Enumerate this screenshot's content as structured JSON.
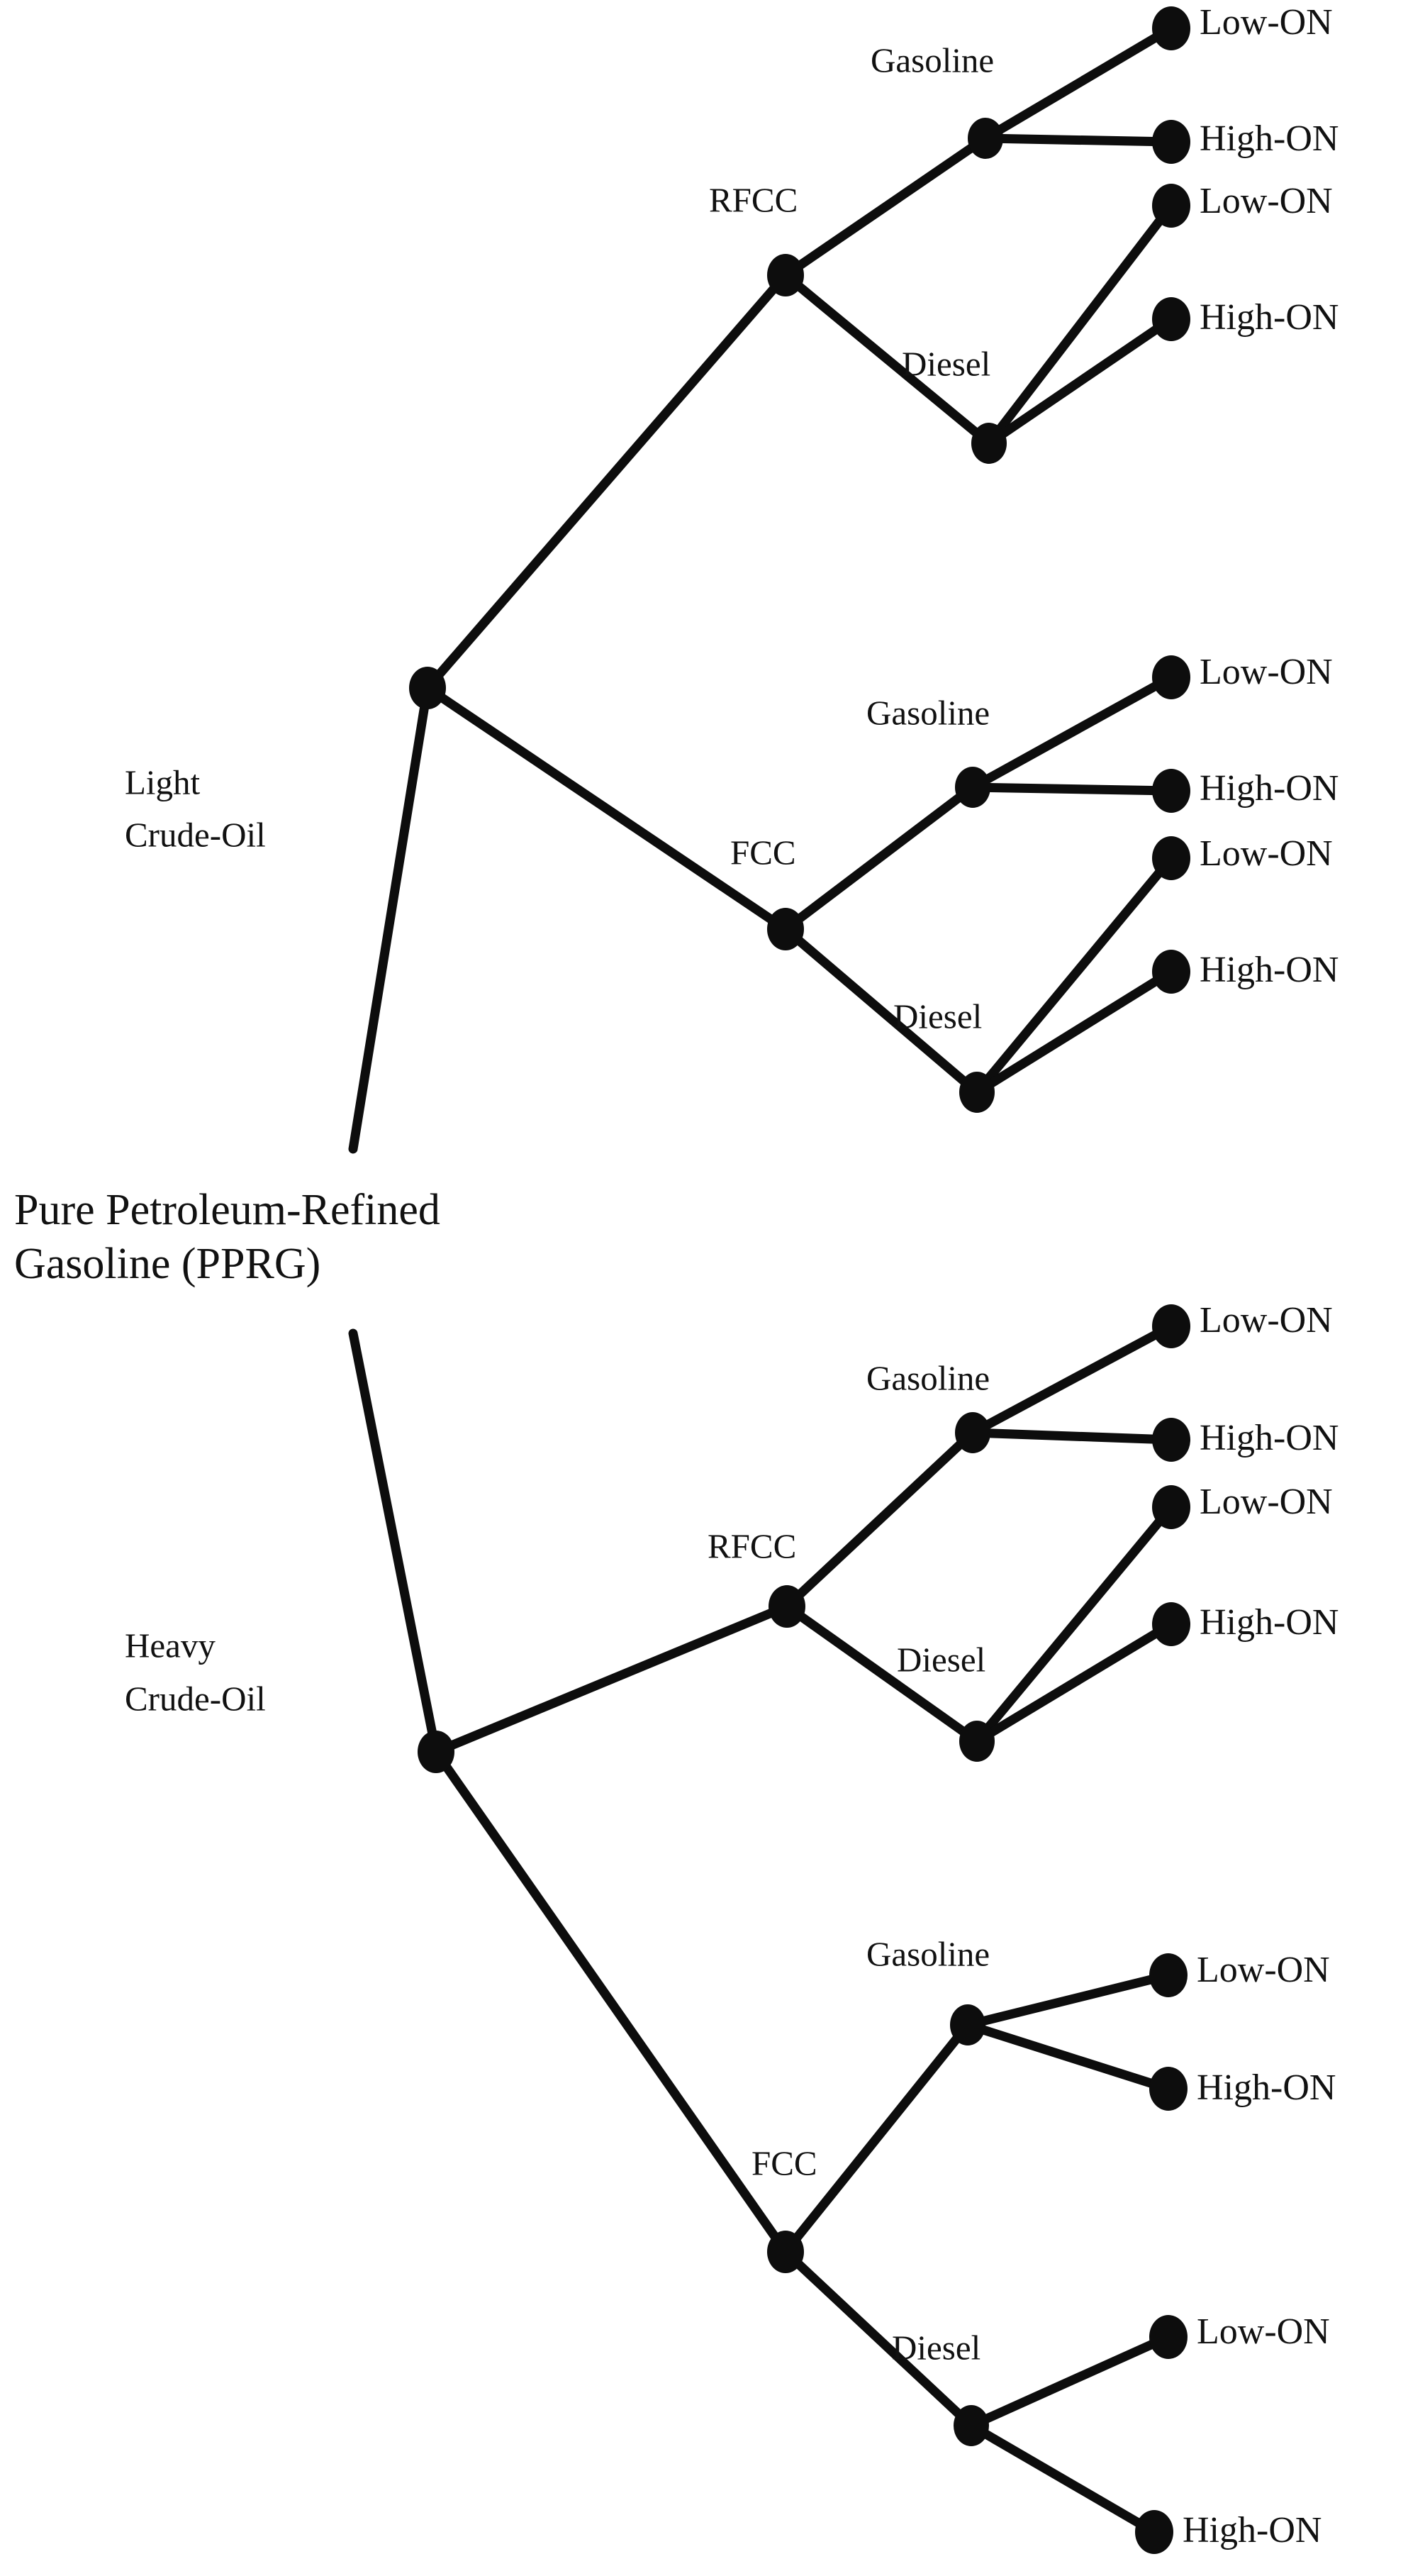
{
  "diagram": {
    "title": "Pure Petroleum-Refined Gasoline (PPRG) process tree",
    "type": "tree",
    "colors": {
      "background": "#ffffff",
      "stroke": "#0d0d0d",
      "text": "#111111"
    },
    "root": {
      "label_line1": "Pure Petroleum-Refined",
      "label_line2": "Gasoline (PPRG)",
      "full_label": "Pure Petroleum-Refined Gasoline (PPRG)"
    },
    "feedstocks": [
      {
        "id": "light",
        "label_line1": "Light",
        "label_line2": "Crude-Oil",
        "full_label": "Light Crude-Oil"
      },
      {
        "id": "heavy",
        "label_line1": "Heavy",
        "label_line2": "Crude-Oil",
        "full_label": "Heavy Crude-Oil"
      }
    ],
    "processes": [
      {
        "id": "light-rfcc",
        "label": "RFCC",
        "feedstock": "light"
      },
      {
        "id": "light-fcc",
        "label": "FCC",
        "feedstock": "light"
      },
      {
        "id": "heavy-rfcc",
        "label": "RFCC",
        "feedstock": "heavy"
      },
      {
        "id": "heavy-fcc",
        "label": "FCC",
        "feedstock": "heavy"
      }
    ],
    "products": [
      {
        "id": "light-rfcc-gasoline",
        "label": "Gasoline",
        "process": "light-rfcc"
      },
      {
        "id": "light-rfcc-diesel",
        "label": "Diesel",
        "process": "light-rfcc"
      },
      {
        "id": "light-fcc-gasoline",
        "label": "Gasoline",
        "process": "light-fcc"
      },
      {
        "id": "light-fcc-diesel",
        "label": "Diesel",
        "process": "light-fcc"
      },
      {
        "id": "heavy-rfcc-gasoline",
        "label": "Gasoline",
        "process": "heavy-rfcc"
      },
      {
        "id": "heavy-rfcc-diesel",
        "label": "Diesel",
        "process": "heavy-rfcc"
      },
      {
        "id": "heavy-fcc-gasoline",
        "label": "Gasoline",
        "process": "heavy-fcc"
      },
      {
        "id": "heavy-fcc-diesel",
        "label": "Diesel",
        "process": "heavy-fcc"
      }
    ],
    "grades": [
      {
        "id": "leaf-1",
        "label": "Low-ON",
        "product": "light-rfcc-gasoline"
      },
      {
        "id": "leaf-2",
        "label": "High-ON",
        "product": "light-rfcc-gasoline"
      },
      {
        "id": "leaf-3",
        "label": "Low-ON",
        "product": "light-rfcc-diesel"
      },
      {
        "id": "leaf-4",
        "label": "High-ON",
        "product": "light-rfcc-diesel"
      },
      {
        "id": "leaf-5",
        "label": "Low-ON",
        "product": "light-fcc-gasoline"
      },
      {
        "id": "leaf-6",
        "label": "High-ON",
        "product": "light-fcc-gasoline"
      },
      {
        "id": "leaf-7",
        "label": "Low-ON",
        "product": "light-fcc-diesel"
      },
      {
        "id": "leaf-8",
        "label": "High-ON",
        "product": "light-fcc-diesel"
      },
      {
        "id": "leaf-9",
        "label": "Low-ON",
        "product": "heavy-rfcc-gasoline"
      },
      {
        "id": "leaf-10",
        "label": "High-ON",
        "product": "heavy-rfcc-gasoline"
      },
      {
        "id": "leaf-11",
        "label": "Low-ON",
        "product": "heavy-rfcc-diesel"
      },
      {
        "id": "leaf-12",
        "label": "High-ON",
        "product": "heavy-rfcc-diesel"
      },
      {
        "id": "leaf-13",
        "label": "Low-ON",
        "product": "heavy-fcc-gasoline"
      },
      {
        "id": "leaf-14",
        "label": "High-ON",
        "product": "heavy-fcc-gasoline"
      },
      {
        "id": "leaf-15",
        "label": "Low-ON",
        "product": "heavy-fcc-diesel"
      },
      {
        "id": "leaf-16",
        "label": "High-ON",
        "product": "heavy-fcc-diesel"
      }
    ]
  }
}
